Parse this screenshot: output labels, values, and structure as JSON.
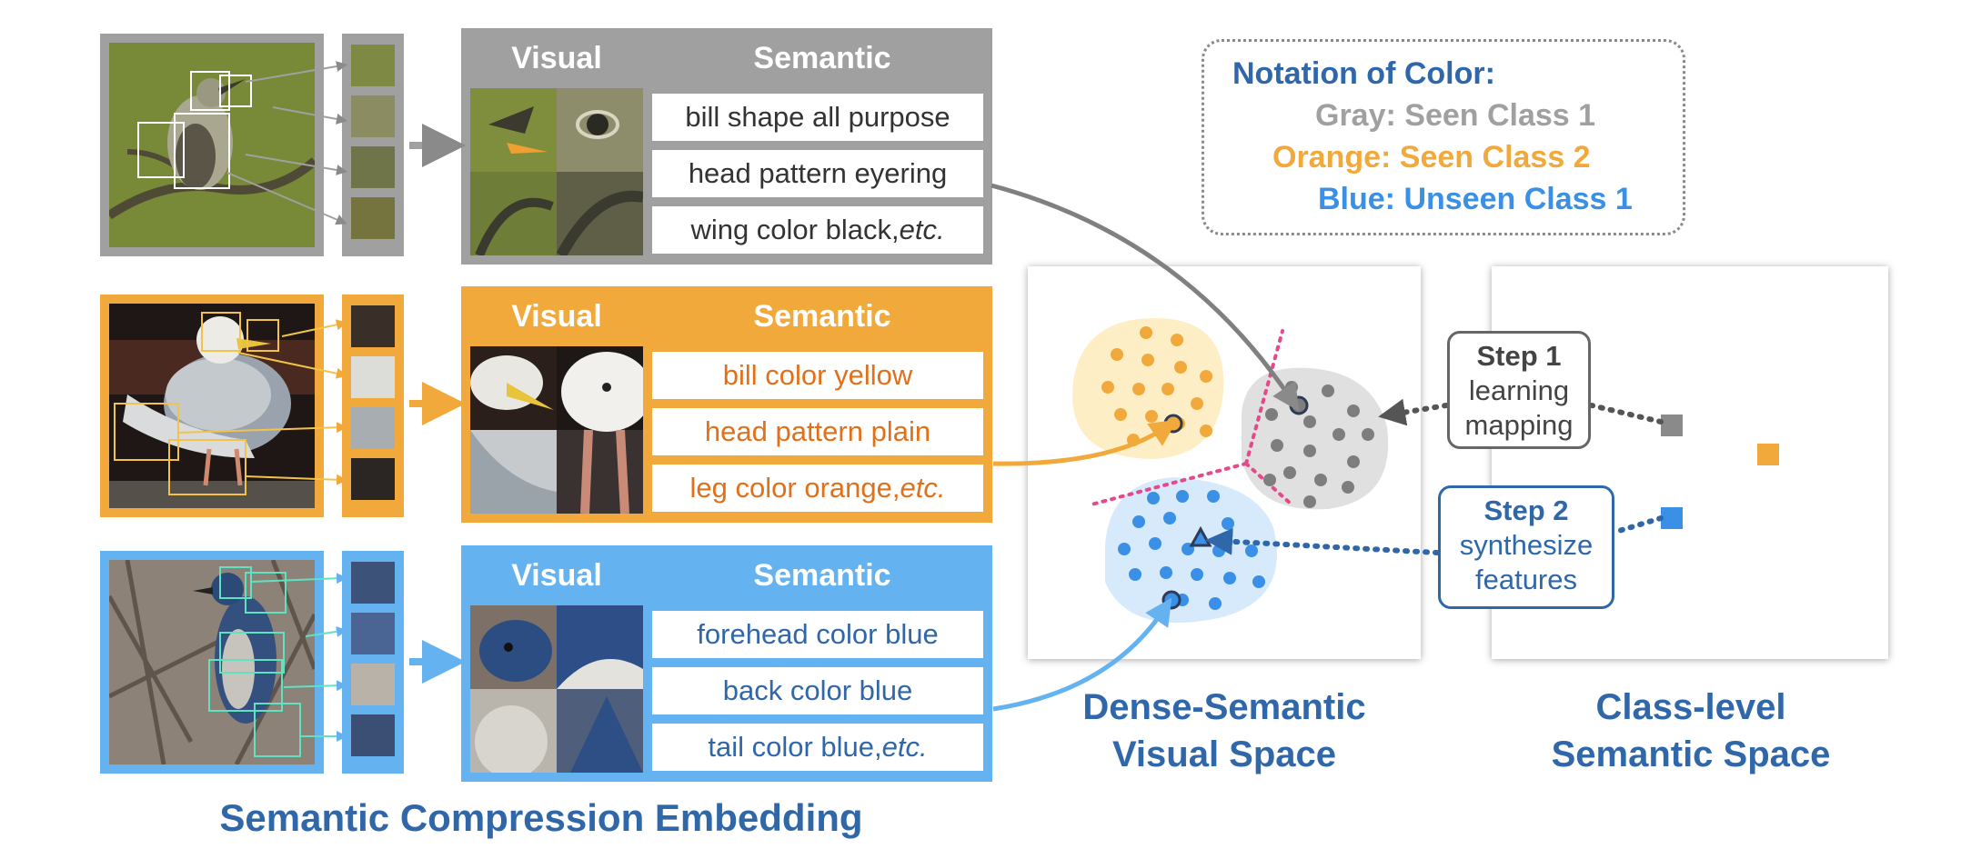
{
  "colors": {
    "gray": "#a0a0a0",
    "orange": "#f2a93b",
    "blue": "#64b2f0",
    "caption_blue": "#2f67a9",
    "orange_text": "#e2701a",
    "blue_text": "#2f67a9"
  },
  "rows": [
    {
      "name": "gray",
      "visual_label": "Visual",
      "semantic_label": "Semantic",
      "attrs": [
        {
          "text": "bill shape all purpose",
          "etc": ""
        },
        {
          "text": "head pattern eyering",
          "etc": ""
        },
        {
          "text": "wing color black, ",
          "etc": "etc."
        }
      ]
    },
    {
      "name": "orange",
      "visual_label": "Visual",
      "semantic_label": "Semantic",
      "attrs": [
        {
          "text": "bill color yellow",
          "etc": ""
        },
        {
          "text": "head pattern plain",
          "etc": ""
        },
        {
          "text": "leg color orange, ",
          "etc": "etc."
        }
      ]
    },
    {
      "name": "blue",
      "visual_label": "Visual",
      "semantic_label": "Semantic",
      "attrs": [
        {
          "text": "forehead color blue",
          "etc": ""
        },
        {
          "text": "back color blue",
          "etc": ""
        },
        {
          "text": "tail color blue, ",
          "etc": "etc."
        }
      ]
    }
  ],
  "left_caption": "Semantic Compression Embedding",
  "legend": {
    "title": "Notation of Color:",
    "gray": "Gray: Seen Class 1",
    "orange": "Orange: Seen Class 2",
    "blue": "Blue: Unseen Class 1"
  },
  "visual_space": {
    "line1": "Dense-Semantic",
    "line2": "Visual Space"
  },
  "semantic_space": {
    "line1": "Class-level",
    "line2": "Semantic Space"
  },
  "step1": {
    "title": "Step 1",
    "line1": "learning",
    "line2": "mapping"
  },
  "step2": {
    "title": "Step 2",
    "line1": "synthesize",
    "line2": "features"
  }
}
